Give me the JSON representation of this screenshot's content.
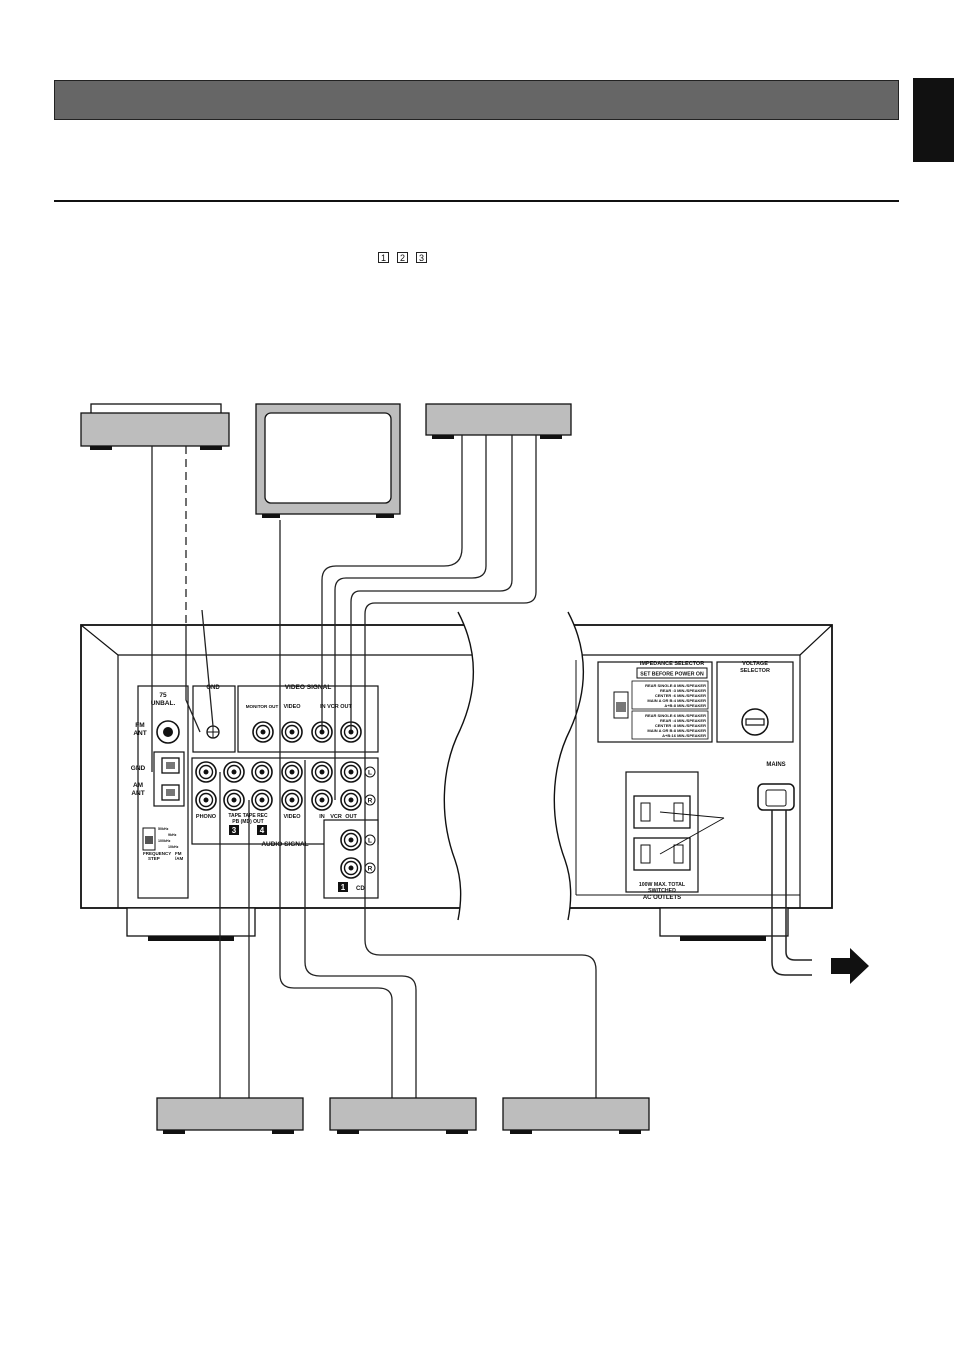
{
  "page": {
    "step_refs": [
      "1",
      "2",
      "3"
    ]
  },
  "panel": {
    "fm_ant_impedance": "75",
    "fm_ant_type": "UNBAL.",
    "fm_ant": [
      "FM",
      "ANT"
    ],
    "gnd_left": "GND",
    "am_ant": [
      "AM",
      "ANT"
    ],
    "gnd_terminal": "GND",
    "video_signal": "VIDEO SIGNAL",
    "monitor_out": "MONITOR OUT",
    "video_top": "VIDEO",
    "in_vcr_out": "IN   VCR OUT",
    "audio_signal": "AUDIO SIGNAL",
    "phono": "PHONO",
    "tape_labels": [
      "TAPE TAPE REC",
      "PB   (MD) OUT"
    ],
    "tape_num_3": "3",
    "tape_num_4": "4",
    "video_bottom": "VIDEO",
    "in": "IN",
    "vcr": "VCR",
    "out": "OUT",
    "L": "L",
    "R": "R",
    "cd_num": "1",
    "cd": "CD",
    "freq_step": [
      "FREQUENCY",
      "STEP"
    ],
    "freq_fm_am": [
      "FM",
      "/AM"
    ],
    "freq_options": [
      "50kHz",
      "9kHz",
      "100kHz",
      "10kHz"
    ],
    "impedance_selector": "IMPEDANCE SELECTOR",
    "set_before_power_on": "SET BEFORE POWER ON",
    "impedance_lines_a": [
      "REAR SINGLE:8 MIN./SPEAKER",
      "REAR      :3 MIN./SPEAKER",
      "CENTER    :6 MIN./SPEAKER",
      "MAIN A OR B:4 MIN./SPEAKER",
      "A+B:8 MIN./SPEAKER"
    ],
    "impedance_lines_b": [
      "REAR SINGLE:6 MIN./SPEAKER",
      "REAR      :4 MIN./SPEAKER",
      "CENTER    :8 MIN./SPEAKER",
      "MAIN A OR B:8 MIN./SPEAKER",
      "A+B:16 MIN./SPEAKER"
    ],
    "voltage_selector": [
      "VOLTAGE",
      "SELECTOR"
    ],
    "mains": "MAINS",
    "ac_outlets_lines": [
      "100W MAX. TOTAL",
      "SWITCHED"
    ],
    "ac_outlets": "AC OUTLETS"
  }
}
